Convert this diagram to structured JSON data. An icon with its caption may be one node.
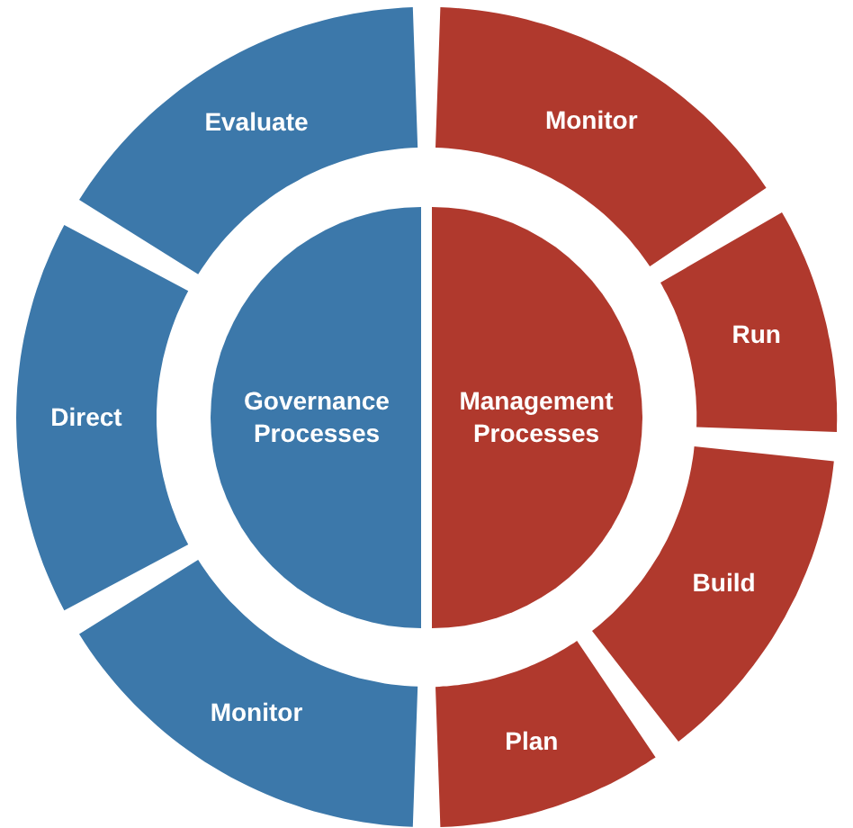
{
  "diagram": {
    "nodes": [
      {
        "text": [
          "Governance Processes"
        ]
      },
      {
        "text": [
          "Management Processes"
        ]
      },
      {
        "text": [
          "Evaluate"
        ]
      },
      {
        "text": [
          "Direct"
        ]
      },
      {
        "text": [
          "Monitor"
        ]
      },
      {
        "text": [
          "Monitor"
        ]
      },
      {
        "text": [
          "Run"
        ]
      },
      {
        "text": [
          "Build"
        ]
      },
      {
        "text": [
          "Plan"
        ]
      }
    ]
  }
}
